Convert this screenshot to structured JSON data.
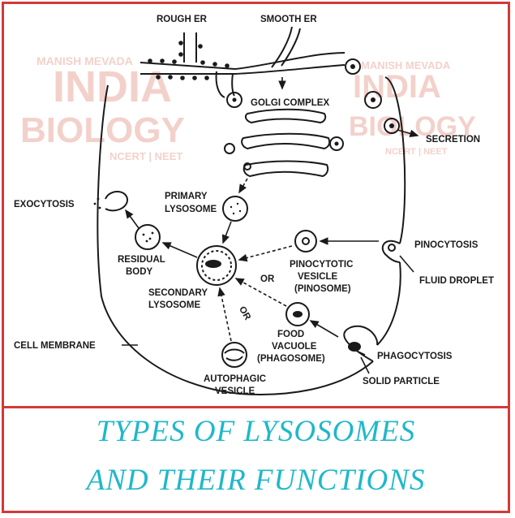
{
  "labels": {
    "rough_er": "ROUGH ER",
    "smooth_er": "SMOOTH ER",
    "golgi": "GOLGI COMPLEX",
    "secretion": "SECRETION",
    "exocytosis": "EXOCYTOSIS",
    "primary_1": "PRIMARY",
    "primary_2": "LYSOSOME",
    "residual_1": "RESIDUAL",
    "residual_2": "BODY",
    "secondary_1": "SECONDARY",
    "secondary_2": "LYSOSOME",
    "or1": "OR",
    "or2": "OR",
    "pinovesicle_1": "PINOCYTOTIC",
    "pinovesicle_2": "VESICLE",
    "pinovesicle_3": "(PINOSOME)",
    "pinocytosis": "PINOCYTOSIS",
    "fluid": "FLUID DROPLET",
    "food_1": "FOOD",
    "food_2": "VACUOLE",
    "food_3": "(PHAGOSOME)",
    "phagocytosis": "PHAGOCYTOSIS",
    "solid": "SOLID PARTICLE",
    "cell_membrane": "CELL MEMBRANE",
    "auto_1": "AUTOPHAGIC",
    "auto_2": "VESICLE"
  },
  "watermark": {
    "line1": "MANISH MEVADA",
    "line2": "INDIA",
    "line3": "BIOLOGY",
    "line4": "NCERT | NEET"
  },
  "title": {
    "line1": "TYPES OF LYSOSOMES",
    "line2": "AND THEIR FUNCTIONS"
  },
  "colors": {
    "border": "#d23a3a",
    "title": "#1fb8c9",
    "ink": "#1a1a1a",
    "watermark": "#f1c9c2"
  }
}
